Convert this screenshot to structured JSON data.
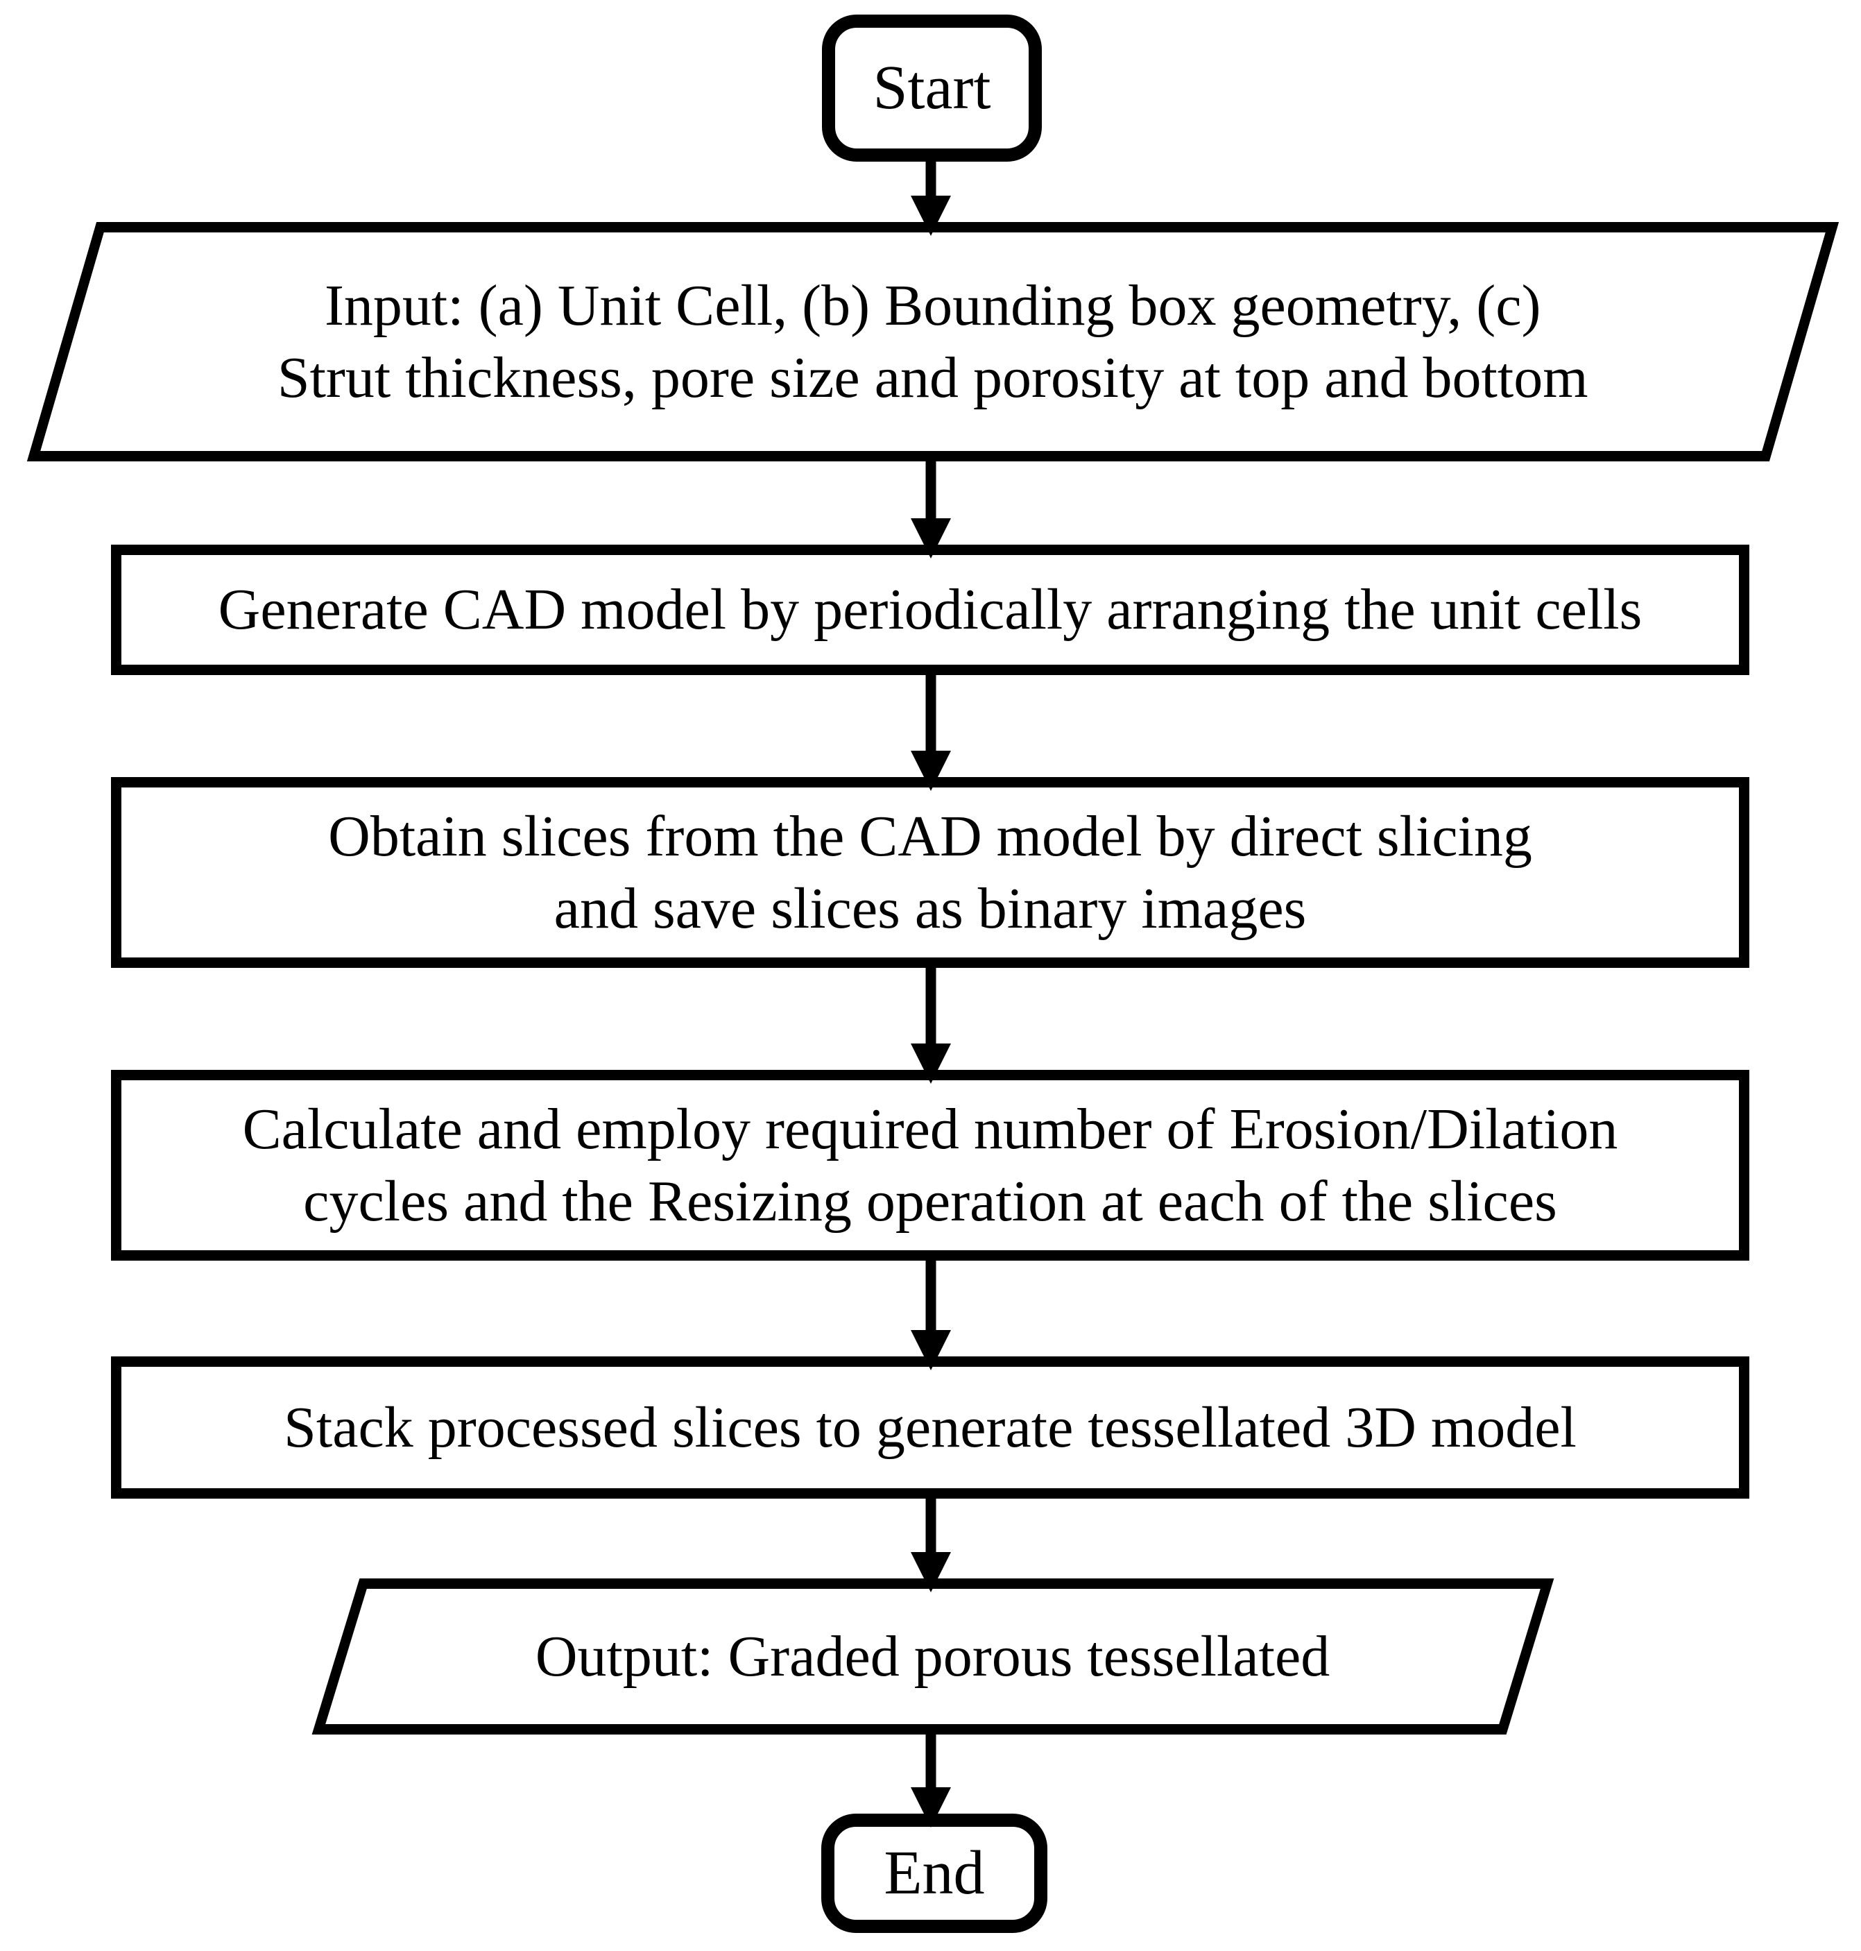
{
  "flowchart": {
    "title": "Graded porous scaffold generation flowchart",
    "colors": {
      "stroke": "#000000",
      "fill": "#ffffff",
      "text": "#000000"
    },
    "nodes": {
      "start": {
        "type": "terminator",
        "label": "Start"
      },
      "input": {
        "type": "input-output-parallelogram",
        "lines": [
          "Input: (a) Unit Cell, (b) Bounding box geometry, (c)",
          "Strut thickness, pore size and porosity at top and bottom"
        ]
      },
      "generate": {
        "type": "process-rectangle",
        "lines": [
          "Generate CAD model by periodically arranging the unit cells"
        ]
      },
      "obtain": {
        "type": "process-rectangle",
        "lines": [
          "Obtain slices from the CAD model by direct slicing",
          "and save slices as binary images"
        ]
      },
      "calculate": {
        "type": "process-rectangle",
        "lines": [
          "Calculate and employ required number of Erosion/Dilation",
          "cycles and the Resizing operation at each of the slices"
        ]
      },
      "stack": {
        "type": "process-rectangle",
        "lines": [
          "Stack processed slices to generate tessellated 3D model"
        ]
      },
      "output": {
        "type": "input-output-parallelogram",
        "lines": [
          "Output: Graded porous tessellated"
        ]
      },
      "end": {
        "type": "terminator",
        "label": "End"
      }
    },
    "edges": [
      {
        "from": "start",
        "to": "input"
      },
      {
        "from": "input",
        "to": "generate"
      },
      {
        "from": "generate",
        "to": "obtain"
      },
      {
        "from": "obtain",
        "to": "calculate"
      },
      {
        "from": "calculate",
        "to": "stack"
      },
      {
        "from": "stack",
        "to": "output"
      },
      {
        "from": "output",
        "to": "end"
      }
    ]
  }
}
